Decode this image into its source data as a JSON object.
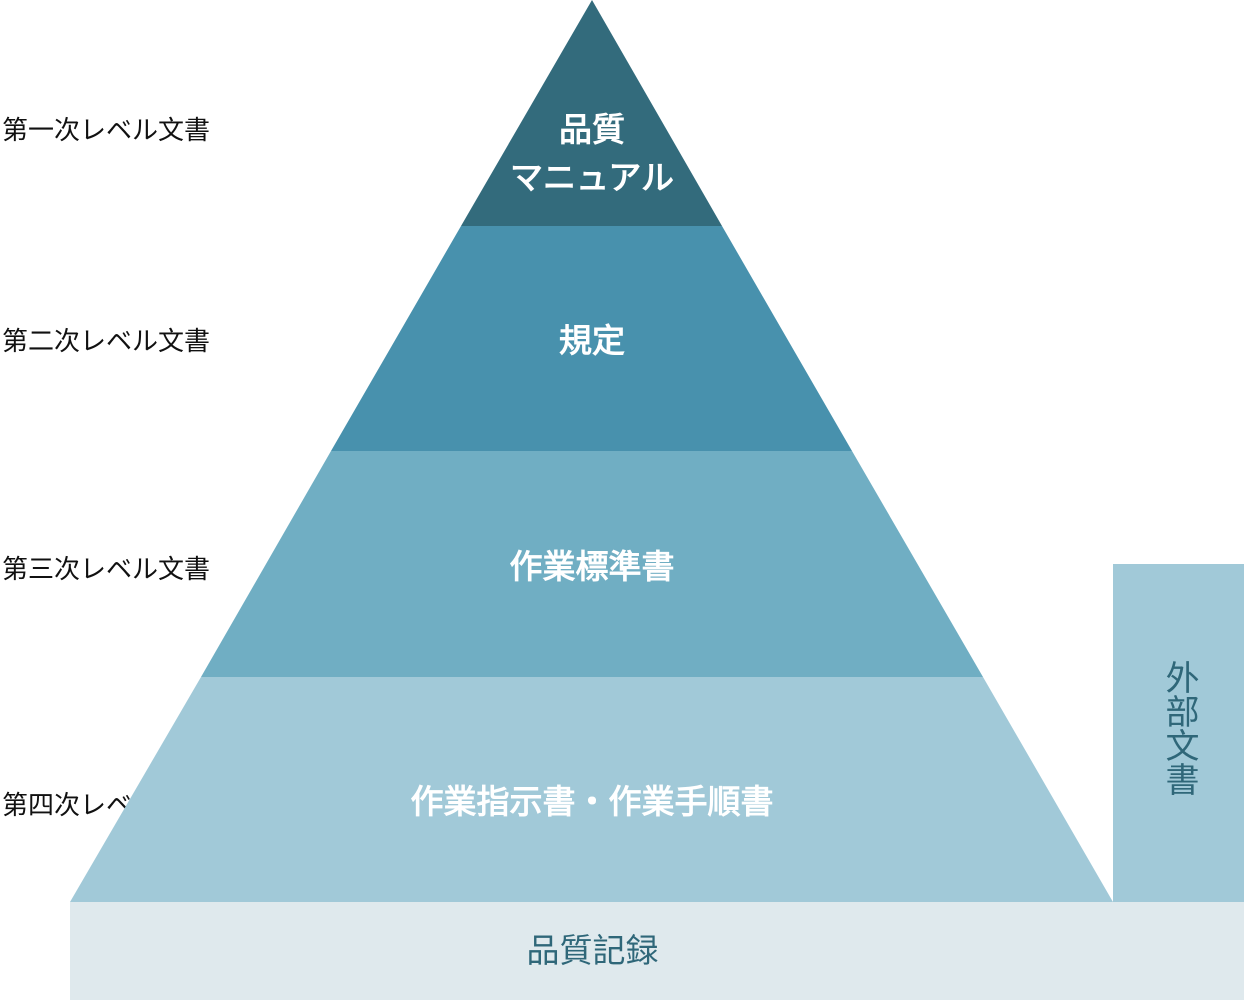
{
  "levels": [
    {
      "label": "第一次レベル文書",
      "tier_lines": [
        "品質",
        "マニュアル"
      ],
      "color": "#336b7c"
    },
    {
      "label": "第二次レベル文書",
      "tier_lines": [
        "規定"
      ],
      "color": "#4891ad"
    },
    {
      "label": "第三次レベル文書",
      "tier_lines": [
        "作業標準書"
      ],
      "color": "#70aec3"
    },
    {
      "label": "第四次レベル文書",
      "tier_lines": [
        "作業指示書・作業手順書"
      ],
      "color": "#a1c9d8"
    }
  ],
  "external": {
    "label": "外部文書",
    "color": "#a1c9d8",
    "text_color": "#2f6779"
  },
  "records": {
    "label": "品質記録",
    "color": "#dfe9ed",
    "text_color": "#2f6779"
  }
}
